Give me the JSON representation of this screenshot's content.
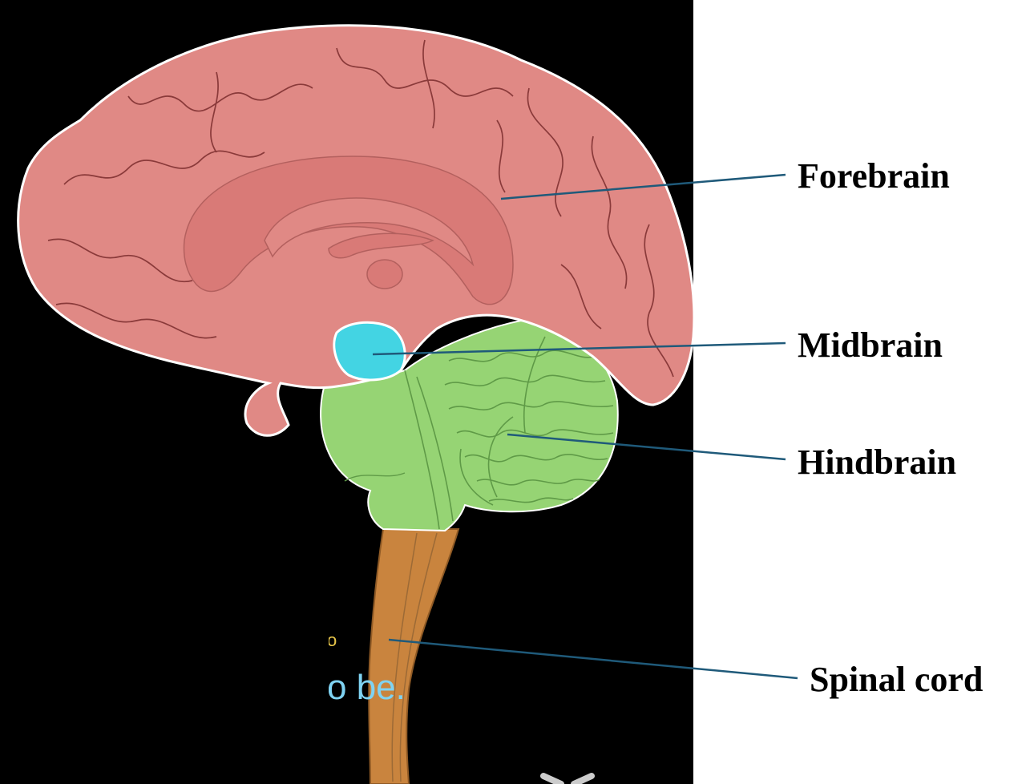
{
  "labels": {
    "forebrain": "Forebrain",
    "midbrain": "Midbrain",
    "hindbrain": "Hindbrain",
    "spinal_cord": "Spinal cord"
  },
  "subtitle": {
    "line1": "o",
    "line2": "o be."
  },
  "colors": {
    "background": "#000000",
    "forebrain": "#e08985",
    "forebrain_outline": "#8a3a3a",
    "midbrain": "#43d4e3",
    "hindbrain": "#96d474",
    "hindbrain_outline": "#5f9a47",
    "spinal_cord": "#c9843e",
    "leader_line": "#1f5a7a"
  }
}
